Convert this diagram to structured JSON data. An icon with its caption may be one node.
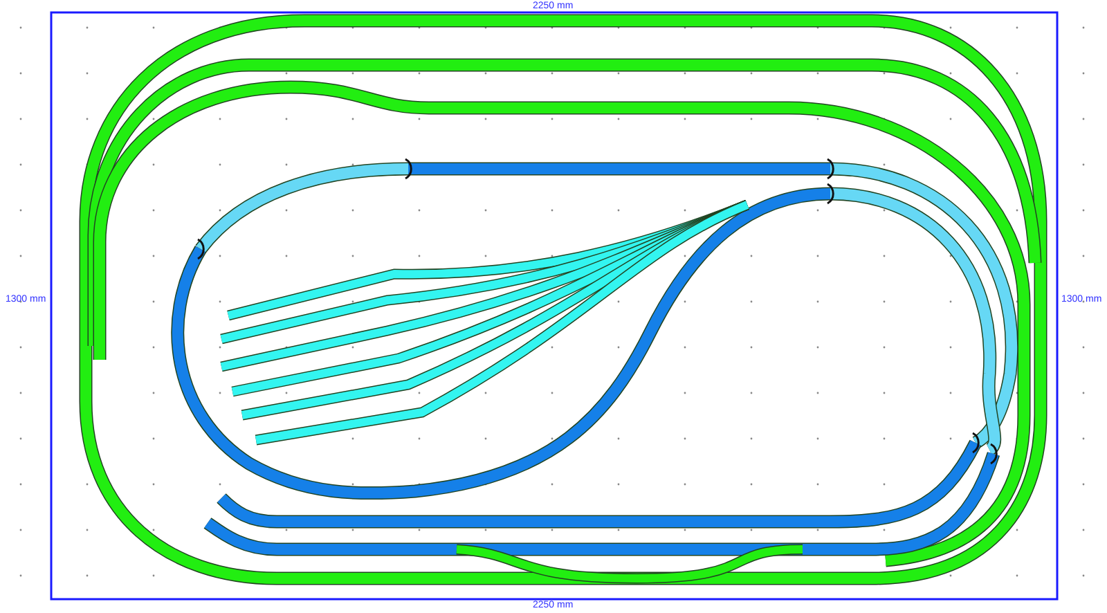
{
  "diagram": {
    "labels": [
      "2250 mm",
      "1300 mm",
      "1300 mm",
      "2250 mm"
    ]
  }
}
